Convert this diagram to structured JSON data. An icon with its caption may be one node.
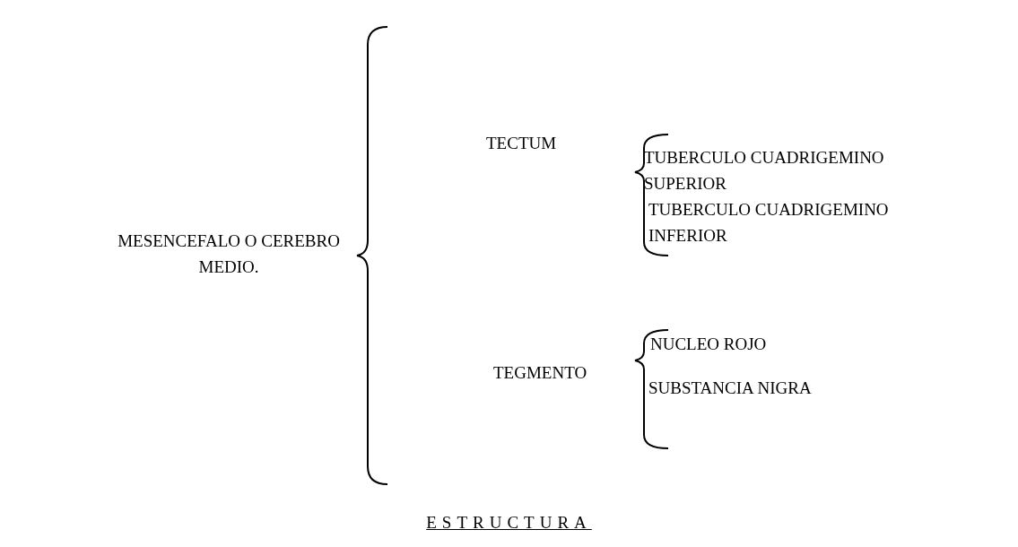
{
  "diagram": {
    "caption": "ESTRUCTURA",
    "labels": [
      "MESENCEFALO O CEREBRO MEDIO.",
      "TECTUM",
      "TUBERCULO CUADRIGEMINO SUPERIOR",
      "TUBERCULO CUADRIGEMINO INFERIOR",
      "TEGMENTO",
      "NUCLEO ROJO",
      "SUBSTANCIA NIGRA"
    ]
  }
}
